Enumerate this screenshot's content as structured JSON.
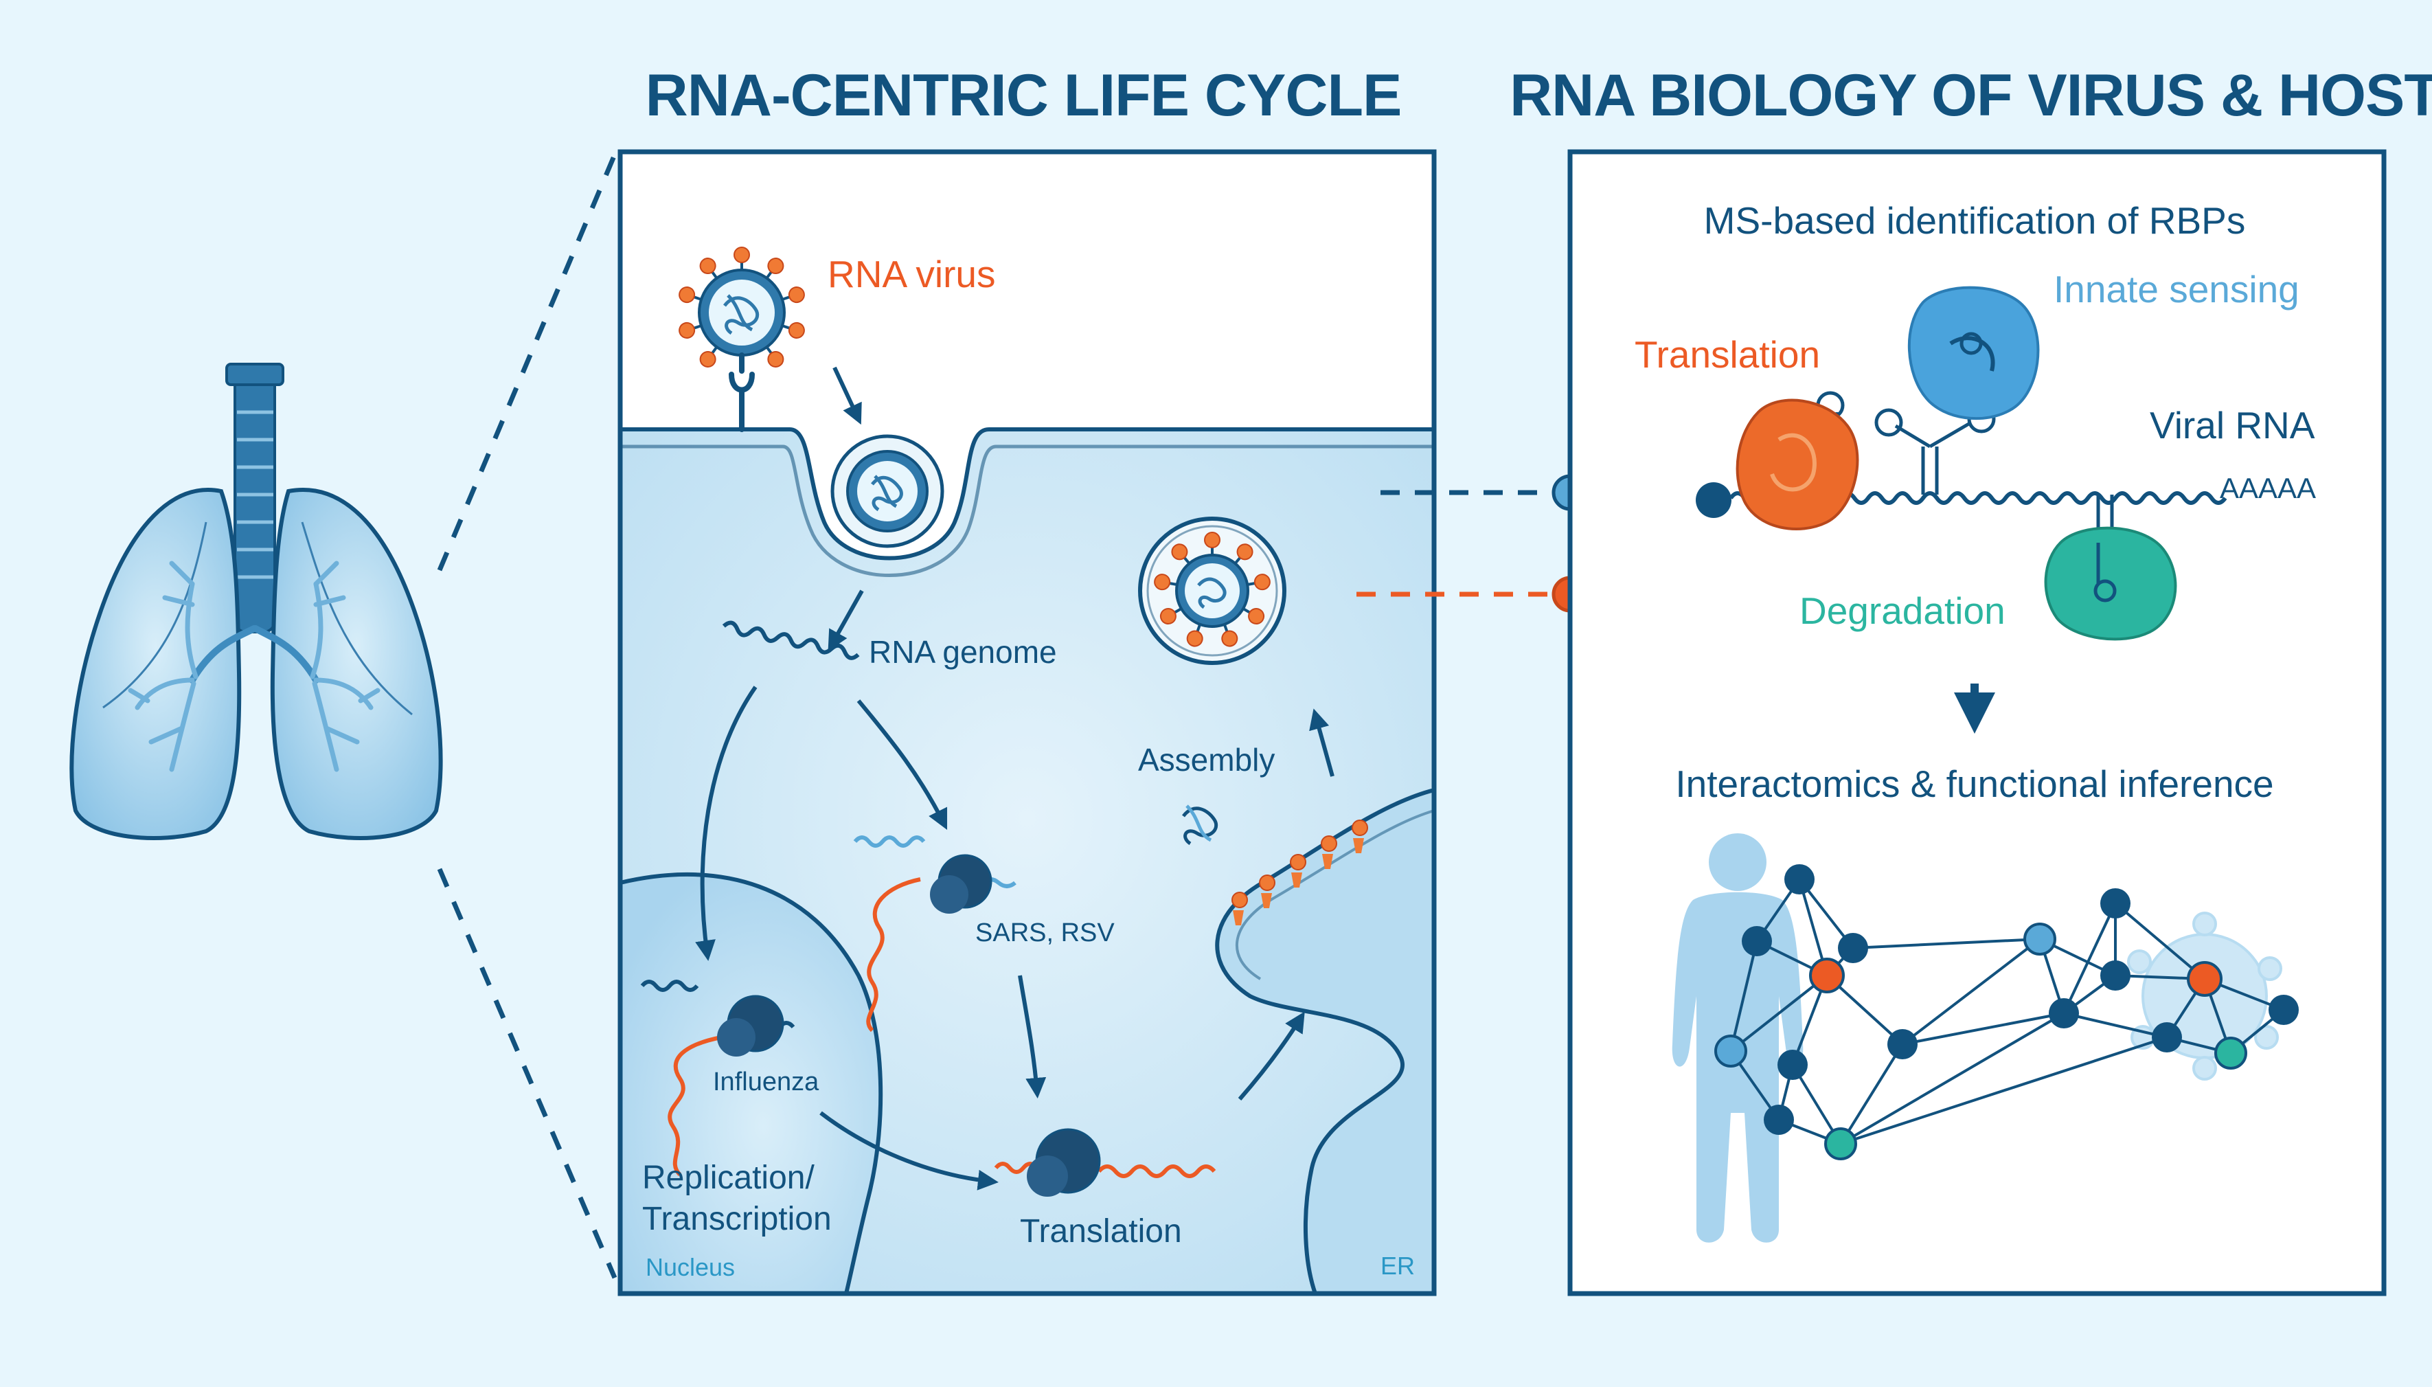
{
  "titles": {
    "left": "RNA-CENTRIC LIFE CYCLE",
    "right": "RNA BIOLOGY OF VIRUS & HOST"
  },
  "life_cycle": {
    "rna_virus": "RNA virus",
    "rna_genome": "RNA genome",
    "assembly": "Assembly",
    "sars_rsv": "SARS, RSV",
    "influenza": "Influenza",
    "replication_line1": "Replication/",
    "replication_line2": "Transcription",
    "translation": "Translation",
    "nucleus": "Nucleus",
    "er": "ER"
  },
  "rna_biology": {
    "ms_heading": "MS-based identification of RBPs",
    "innate_sensing": "Innate sensing",
    "translation": "Translation",
    "viral_rna": "Viral RNA",
    "poly_a": "AAAAA",
    "degradation": "Degradation",
    "interactomics": "Interactomics & functional inference"
  },
  "colors": {
    "background": "#e7f6fd",
    "navy": "#12527e",
    "orange": "#ec5a24",
    "light_blue": "#5aa9d8",
    "teal": "#2bb5a0",
    "cell_fill": "#cfe9f7"
  }
}
